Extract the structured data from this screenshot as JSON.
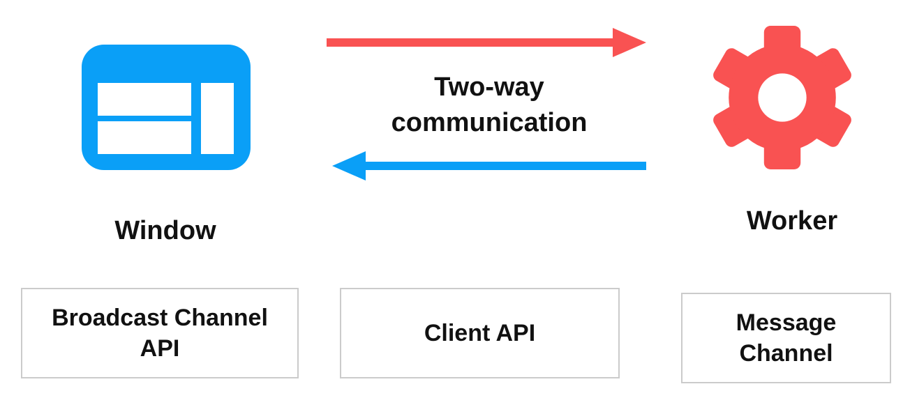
{
  "nodes": {
    "window": {
      "label": "Window",
      "icon": "browser-window-icon"
    },
    "worker": {
      "label": "Worker",
      "icon": "gear-icon"
    }
  },
  "communication": {
    "label": "Two-way communication",
    "forward_arrow": {
      "direction": "right",
      "from": "Window",
      "to": "Worker",
      "color": "#f95252"
    },
    "backward_arrow": {
      "direction": "left",
      "from": "Worker",
      "to": "Window",
      "color": "#0a9ff7"
    }
  },
  "api_boxes": [
    {
      "label": "Broadcast Channel API"
    },
    {
      "label": "Client API"
    },
    {
      "label": "Message Channel"
    }
  ],
  "colors": {
    "window_icon": "#0a9ff7",
    "worker_icon": "#f95252",
    "text": "#111111",
    "box_border": "#cbcbcb",
    "background": "#ffffff"
  }
}
